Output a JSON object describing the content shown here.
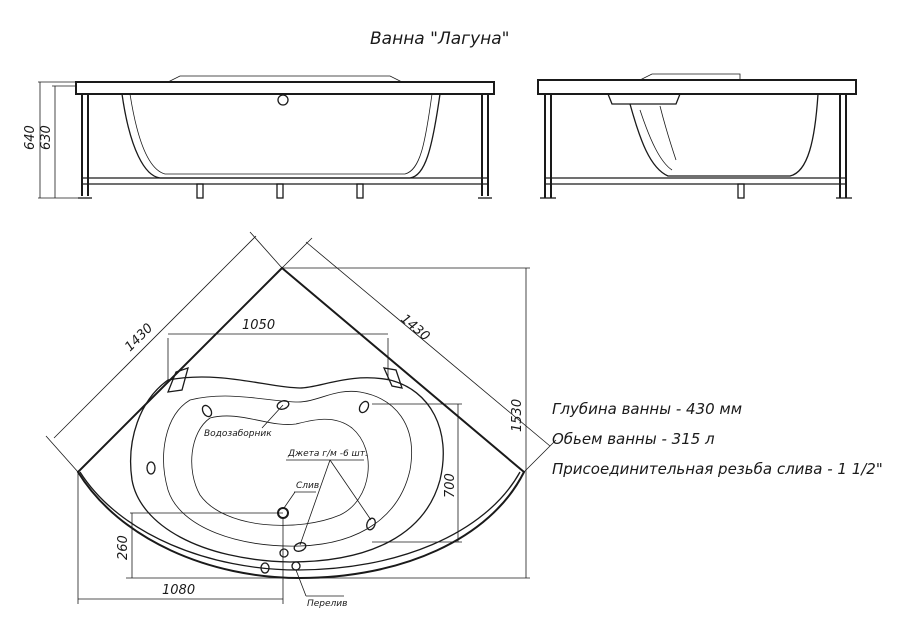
{
  "title": "Ванна \"Лагуна\"",
  "side_view": {
    "height_total": "640",
    "height_frame": "630"
  },
  "plan_view": {
    "side_left": "1430",
    "side_right": "1430",
    "inner_width": "1050",
    "overall_height": "1530",
    "inner_height": "700",
    "drain_offset": "260",
    "drain_distance": "1080",
    "callouts": {
      "water_inlet": "Водозаборник",
      "jets": "Джета г/м -6 шт.",
      "drain": "Слив",
      "overflow": "Перелив"
    }
  },
  "specs": [
    "Глубина ванны  - 430 мм",
    "Обьем ванны    - 315 л",
    "Присоединительная резьба слива - 1 1/2\""
  ]
}
